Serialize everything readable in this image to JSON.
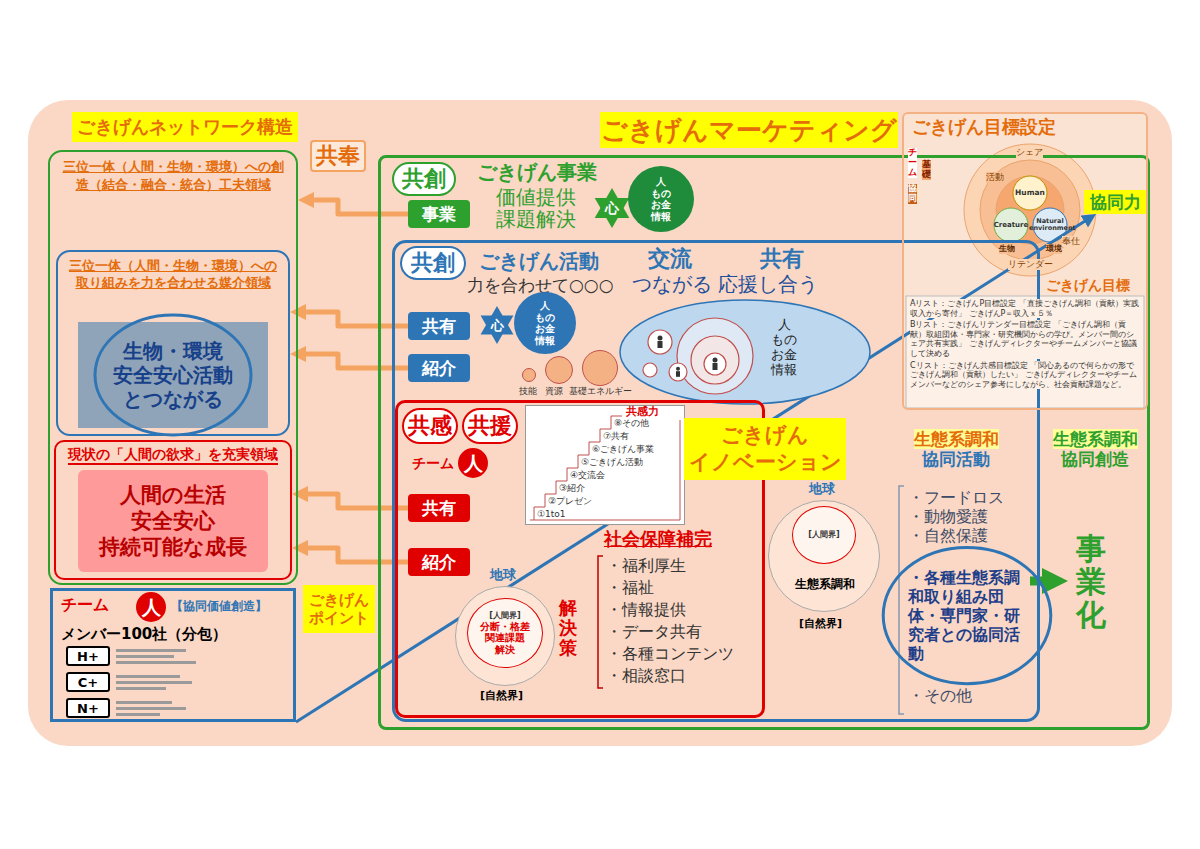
{
  "diagram": {
    "nodes": [
      {
        "text": [
          "ごきげんネットワーク構造"
        ]
      },
      {
        "text": [
          "三位一体（人間・生物・環境）への創造（結合・融合・統合）工夫領域"
        ]
      },
      {
        "text": [
          "三位一体（人間・生物・環境）への取り組みを力を合わせる媒介領域"
        ],
        "in": 1
      },
      {
        "text": [
          "生物・環境 安全安心活動 とつながる"
        ],
        "in": 2
      },
      {
        "text": [
          "現状の「人間の欲求」を充実領域"
        ],
        "in": 1
      },
      {
        "text": [
          "人間の生活 安全安心 持続可能な成長"
        ],
        "in": 4
      },
      {
        "text": [
          "チーム",
          "【協同価値創造】",
          "メンバー100社（分包）"
        ]
      },
      {
        "text": [
          "人"
        ],
        "in": 6
      },
      {
        "text": [
          "H+"
        ],
        "in": 6
      },
      {
        "text": [
          "C+"
        ],
        "in": 6
      },
      {
        "text": [
          "N+"
        ],
        "in": 6
      },
      {
        "text": [
          "共奉"
        ]
      },
      {
        "text": [
          "ごきげんマーケティング"
        ]
      },
      {
        "text": [
          "ごきげん事業",
          "価値提供 課題解決"
        ]
      },
      {
        "text": [
          "共創"
        ],
        "in": 13
      },
      {
        "text": [
          "事業"
        ],
        "in": 13
      },
      {
        "text": [
          "心"
        ],
        "in": 13
      },
      {
        "text": [
          "人 もの お金 情報"
        ],
        "in": 13
      },
      {
        "text": [
          "ごきげん活動",
          "力を合わせて○○○"
        ],
        "in": 13
      },
      {
        "text": [
          "共創"
        ],
        "in": 18
      },
      {
        "text": [
          "共有"
        ],
        "in": 18
      },
      {
        "text": [
          "紹介"
        ],
        "in": 18
      },
      {
        "text": [
          "心"
        ],
        "in": 18
      },
      {
        "text": [
          "人 もの お金 情報"
        ],
        "in": 18
      },
      {
        "text": [
          "技能"
        ],
        "in": 18
      },
      {
        "text": [
          "資源"
        ],
        "in": 18
      },
      {
        "text": [
          "基礎エネルギー"
        ],
        "in": 18
      },
      {
        "text": [
          "交流",
          "共有",
          "つながる 応援し合う",
          "人 もの お金 情報"
        ],
        "in": 18
      },
      {
        "text": [
          "チーム"
        ],
        "in": 18
      },
      {
        "text": [
          "共感"
        ],
        "in": 28
      },
      {
        "text": [
          "共援"
        ],
        "in": 28
      },
      {
        "text": [
          "人"
        ],
        "in": 28
      },
      {
        "text": [
          "共感力",
          "⑧その他",
          "⑦共有",
          "⑥ごきげん事業",
          "⑤ごきげん活動",
          "④交流会",
          "③紹介",
          "②プレゼン",
          "①1to1"
        ],
        "in": 28
      },
      {
        "text": [
          "共有"
        ],
        "in": 28
      },
      {
        "text": [
          "紹介"
        ],
        "in": 28
      },
      {
        "text": [
          "地球",
          "[自然界]"
        ],
        "in": 28
      },
      {
        "text": [
          "[人間界]",
          "分断・格差 関連課題 解決"
        ],
        "in": 35
      },
      {
        "text": [
          "ごきげん イノベーション"
        ]
      },
      {
        "text": [
          "ごきげん ポイント"
        ]
      },
      {
        "text": [
          "協同力"
        ]
      },
      {
        "text": [
          "生態系調和",
          "協同活動"
        ],
        "in": 18
      },
      {
        "text": [
          "生態系調和",
          "協同創造"
        ],
        "in": 13
      },
      {
        "text": [
          "地球",
          "生態系調和",
          "[自然界]"
        ],
        "in": 18
      },
      {
        "text": [
          "[人間界]"
        ],
        "in": 42
      },
      {
        "text": [
          "・フードロス",
          "・動物愛護",
          "・自然保護",
          "・各種生態系調和取り組み団体・専門家・研究者との協同活動",
          "・その他"
        ],
        "in": 18
      },
      {
        "text": [
          "事業化"
        ],
        "in": 13
      },
      {
        "text": [
          "ごきげん目標設定"
        ]
      },
      {
        "text": [
          "Aリスト：ごきげんP目標設定 「直接ごきげん調和（貢献）実践収入から寄付」 ごきげんP＝収入ｘ５％",
          "Bリスト：ごきげんリテンダー目標設定 「ごきげん調和（貢献）取組団体・専門家・研究機関からの学び。メンバー間のシェア共有実践」 ごきげんディレクターやチームメンバーと協議して決める",
          "Cリスト：ごきげん共感目標設定 「関心あるので何らかの形でごきげん調和（貢献）したい」 ごきげんディレクターやチームメンバーなどのシェア参考にしながら、社会貢献課題など。"
        ],
        "in": 46
      }
    ],
    "edges": [
      {
        "from": 15,
        "to": 1,
        "arrow": "to"
      },
      {
        "from": 20,
        "to": 2,
        "arrow": "to"
      },
      {
        "from": 21,
        "to": 2,
        "arrow": "to"
      },
      {
        "from": 33,
        "to": 4,
        "arrow": "to"
      },
      {
        "from": 34,
        "to": 4,
        "arrow": "to"
      },
      {
        "from": 44,
        "to": 45,
        "arrow": "to"
      },
      {
        "from": 6,
        "to": 39,
        "arrow": "to"
      }
    ],
    "labels": [
      "解決策",
      "社会保障補完",
      "・福利厚生",
      "・福祉",
      "・情報提供",
      "・データ共有",
      "・各種コンテンツ",
      "・相談窓口",
      "ごきげん目標",
      "シェア",
      "活動",
      "奉仕",
      "リテンダー",
      "チーム",
      "基礎",
      "協同",
      "Human",
      "Creature",
      "Natural environment",
      "生物",
      "環境"
    ]
  }
}
